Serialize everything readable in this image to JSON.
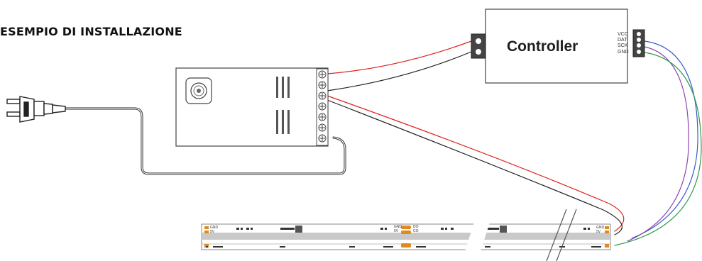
{
  "title": "ESEMPIO DI INSTALLAZIONE",
  "controller": {
    "label": "Controller",
    "pins": [
      "VCC",
      "DAT",
      "SCK",
      "GND"
    ]
  },
  "strip": {
    "pad_labels_top": [
      "GND",
      "5V"
    ],
    "pad_labels_bottom": [
      "DO",
      "CO"
    ],
    "pad_labels_end": [
      "GND",
      "5V"
    ]
  },
  "colors": {
    "red_wire": "#e02020",
    "black_wire": "#222222",
    "green_wire": "#2a9d48",
    "blue_wire": "#3a5bd0",
    "purple_wire": "#8e44ad",
    "strip_orange": "#e08a1e"
  }
}
